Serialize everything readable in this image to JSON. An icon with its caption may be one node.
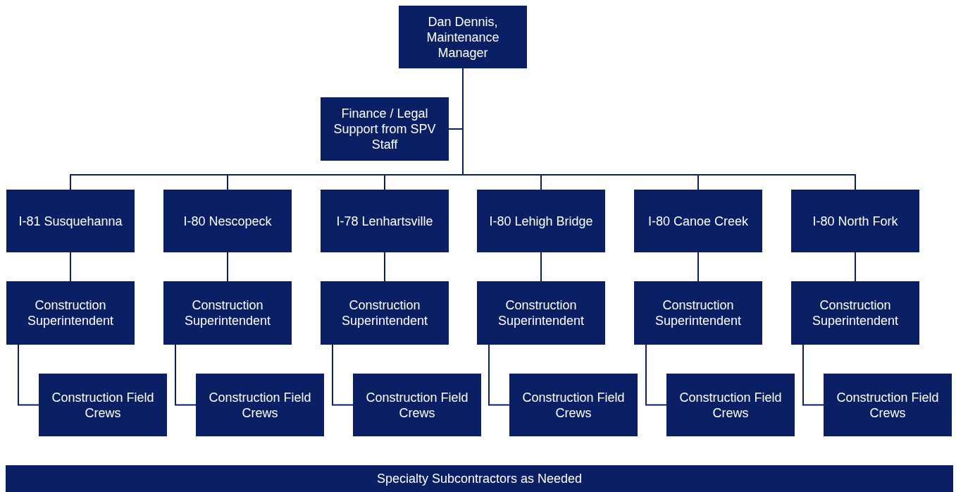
{
  "diagram": {
    "nodes": [
      {
        "text": [
          "Dan Dennis, Maintenance Manager"
        ]
      },
      {
        "text": [
          "Finance / Legal Support from SPV Staff"
        ]
      },
      {
        "text": [
          "I-81 Susquehanna"
        ]
      },
      {
        "text": [
          "I-80 Nescopeck"
        ]
      },
      {
        "text": [
          "I-78 Lenhartsville"
        ]
      },
      {
        "text": [
          "I-80 Lehigh Bridge"
        ]
      },
      {
        "text": [
          "I-80 Canoe Creek"
        ]
      },
      {
        "text": [
          "I-80 North Fork"
        ]
      },
      {
        "text": [
          "Construction Superintendent"
        ]
      },
      {
        "text": [
          "Construction Superintendent"
        ]
      },
      {
        "text": [
          "Construction Superintendent"
        ]
      },
      {
        "text": [
          "Construction Superintendent"
        ]
      },
      {
        "text": [
          "Construction Superintendent"
        ]
      },
      {
        "text": [
          "Construction Superintendent"
        ]
      },
      {
        "text": [
          "Construction Field Crews"
        ]
      },
      {
        "text": [
          "Construction Field Crews"
        ]
      },
      {
        "text": [
          "Construction Field Crews"
        ]
      },
      {
        "text": [
          "Construction Field Crews"
        ]
      },
      {
        "text": [
          "Construction Field Crews"
        ]
      },
      {
        "text": [
          "Construction Field Crews"
        ]
      },
      {
        "text": [
          "Specialty Subcontractors as Needed"
        ]
      }
    ],
    "edges": [
      {
        "from": 0,
        "to": 1,
        "arrow": "none"
      },
      {
        "from": 0,
        "to": 2,
        "arrow": "none"
      },
      {
        "from": 0,
        "to": 3,
        "arrow": "none"
      },
      {
        "from": 0,
        "to": 4,
        "arrow": "none"
      },
      {
        "from": 0,
        "to": 5,
        "arrow": "none"
      },
      {
        "from": 0,
        "to": 6,
        "arrow": "none"
      },
      {
        "from": 0,
        "to": 7,
        "arrow": "none"
      },
      {
        "from": 2,
        "to": 8,
        "arrow": "none"
      },
      {
        "from": 3,
        "to": 9,
        "arrow": "none"
      },
      {
        "from": 4,
        "to": 10,
        "arrow": "none"
      },
      {
        "from": 5,
        "to": 11,
        "arrow": "none"
      },
      {
        "from": 6,
        "to": 12,
        "arrow": "none"
      },
      {
        "from": 7,
        "to": 13,
        "arrow": "none"
      },
      {
        "from": 8,
        "to": 14,
        "arrow": "none"
      },
      {
        "from": 9,
        "to": 15,
        "arrow": "none"
      },
      {
        "from": 10,
        "to": 16,
        "arrow": "none"
      },
      {
        "from": 11,
        "to": 17,
        "arrow": "none"
      },
      {
        "from": 12,
        "to": 18,
        "arrow": "none"
      },
      {
        "from": 13,
        "to": 19,
        "arrow": "none"
      }
    ]
  }
}
